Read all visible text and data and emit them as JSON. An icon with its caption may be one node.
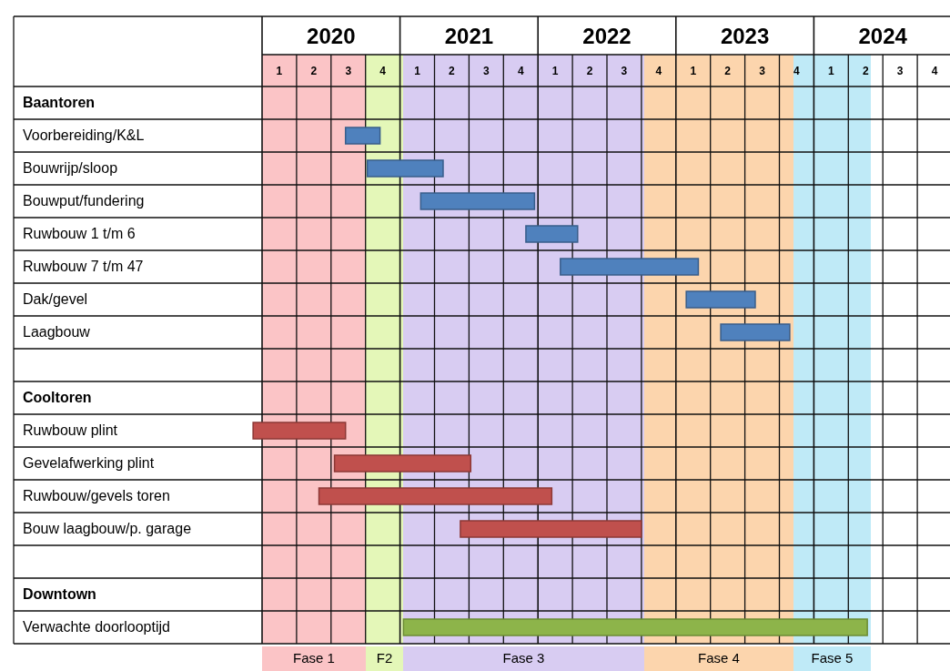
{
  "diagram": {
    "nodes": [
      {
        "text": [],
        "shape": "bar"
      },
      {
        "text": [],
        "shape": "bar"
      },
      {
        "text": [],
        "shape": "bar"
      },
      {
        "text": [],
        "shape": "bar"
      },
      {
        "text": [],
        "shape": "bar"
      },
      {
        "text": [],
        "shape": "bar"
      },
      {
        "text": [],
        "shape": "bar"
      },
      {
        "text": [],
        "shape": "bar"
      },
      {
        "text": [],
        "shape": "bar"
      },
      {
        "text": [],
        "shape": "bar"
      },
      {
        "text": [],
        "shape": "bar"
      },
      {
        "text": [],
        "shape": "bar"
      },
      {
        "text": [
          "Fase 1"
        ]
      },
      {
        "text": [
          "F2"
        ]
      },
      {
        "text": [
          "Fase 3"
        ]
      },
      {
        "text": [
          "Fase 4"
        ]
      },
      {
        "text": [
          "Fase 5"
        ]
      }
    ],
    "labels": [
      "2020",
      "2021",
      "2022",
      "2023",
      "2024",
      "1",
      "2",
      "3",
      "4",
      "1",
      "2",
      "3",
      "4",
      "1",
      "2",
      "3",
      "4",
      "1",
      "2",
      "3",
      "4",
      "1",
      "2",
      "3",
      "4",
      "Baantoren",
      "Voorbereiding/K&L",
      "Bouwrijp/sloop",
      "Bouwput/fundering",
      "Ruwbouw 1 t/m 6",
      "Ruwbouw 7 t/m 47",
      "Dak/gevel",
      "Laagbouw",
      "Cooltoren",
      "Ruwbouw plint",
      "Gevelafwerking plint",
      "Ruwbouw/gevels toren",
      "Bouw laagbouw/p. garage",
      "Downtown",
      "Verwachte doorlooptijd"
    ]
  }
}
